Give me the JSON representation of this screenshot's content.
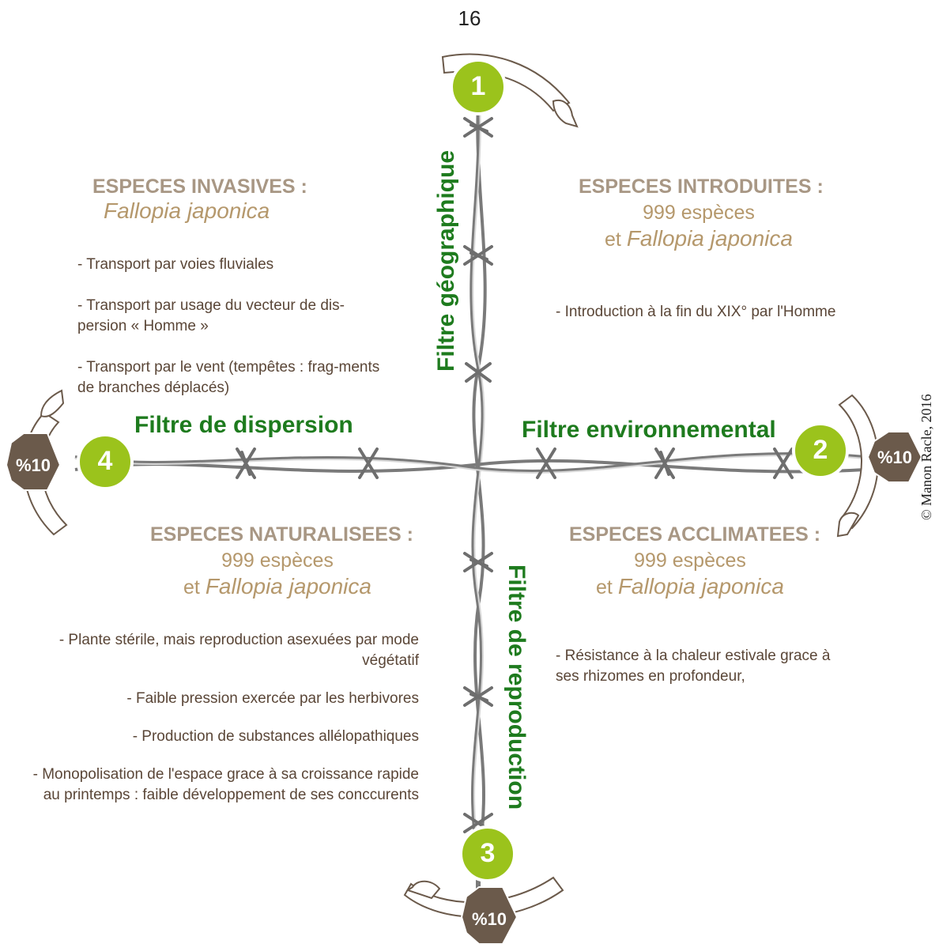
{
  "page_number": "16",
  "copyright": "© Manon Racle, 2016",
  "colors": {
    "filter_green": "#1e7b1e",
    "badge_green": "#9bc31c",
    "hexagon_brown": "#6b5a4b",
    "title_tan": "#a89784",
    "species_tan": "#b5986c",
    "body_brown": "#5a4637",
    "wire_gray": "#8a8a8a"
  },
  "filters": [
    {
      "number": "1",
      "label": "Filtre géographique"
    },
    {
      "number": "2",
      "label": "Filtre environnemental",
      "percent": "%10"
    },
    {
      "number": "3",
      "label": "Filtre de reproduction",
      "percent": "%10"
    },
    {
      "number": "4",
      "label": "Filtre de dispersion",
      "percent": "%10"
    }
  ],
  "quadrants": {
    "invasives": {
      "title": "ESPECES INVASIVES :",
      "species_name": "Fallopia japonica",
      "bullets": [
        "- Transport par voies fluviales",
        "- Transport par usage du vecteur de dis-persion « Homme »",
        "- Transport par le vent (tempêtes : frag-ments de branches déplacés)"
      ]
    },
    "introduites": {
      "title": "ESPECES INTRODUITES :",
      "count": "999 espèces",
      "prefix": "et",
      "species_name": "Fallopia japonica",
      "bullets": [
        "- Introduction à la fin du XIX° par l'Homme"
      ]
    },
    "naturalisees": {
      "title": "ESPECES NATURALISEES :",
      "count": "999 espèces",
      "prefix": "et",
      "species_name": "Fallopia japonica",
      "bullets": [
        "- Plante stérile, mais reproduction asexuées par mode végétatif",
        "- Faible pression exercée par les herbivores",
        "- Production de substances allélopathiques",
        "- Monopolisation de l'espace grace à sa croissance rapide au printemps : faible développement de ses conccurents"
      ]
    },
    "acclimatees": {
      "title": "ESPECES ACCLIMATEES :",
      "count": "999 espèces",
      "prefix": "et",
      "species_name": "Fallopia japonica",
      "bullets": [
        "- Résistance à la chaleur estivale grace à ses rhizomes en profondeur,"
      ]
    }
  }
}
